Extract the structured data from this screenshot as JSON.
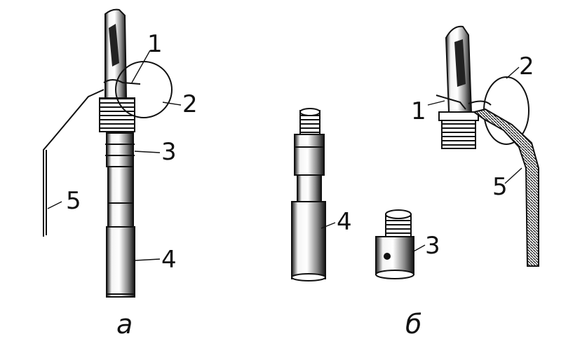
{
  "figure": {
    "panel_a": {
      "caption": "а",
      "labels": [
        "1",
        "2",
        "3",
        "5",
        "4"
      ]
    },
    "panel_b": {
      "caption": "б",
      "labels_left": [
        "4",
        "3"
      ],
      "labels_right": [
        "2",
        "1",
        "5"
      ]
    }
  }
}
